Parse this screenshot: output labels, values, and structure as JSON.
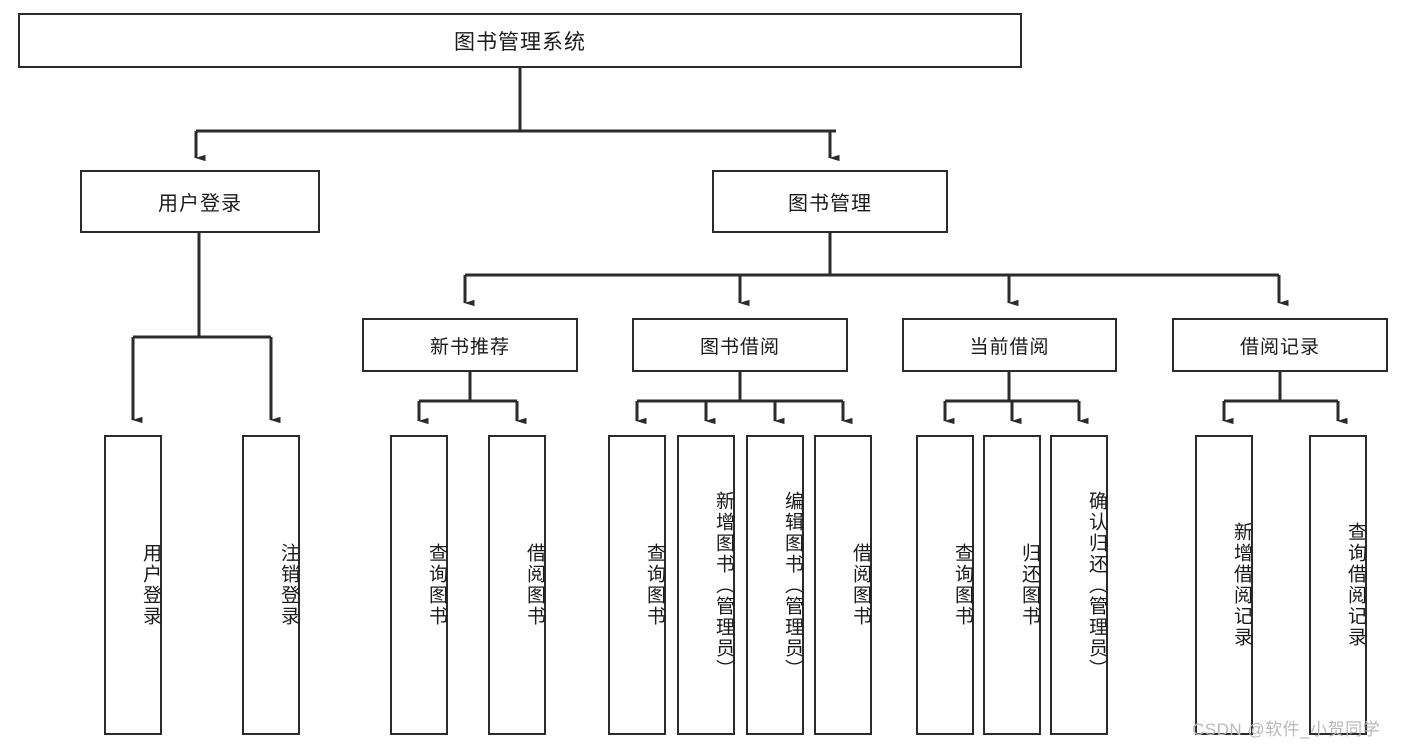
{
  "diagram": {
    "title": "图书管理系统",
    "type": "tree",
    "watermark": "CSDN @软件_小贺同学",
    "colors": {
      "stroke": "#2b2b2b",
      "fill": "#ffffff",
      "text": "#1a1a1a",
      "watermark": "#b9b9b9"
    },
    "root": {
      "label": "图书管理系统"
    },
    "level1": [
      {
        "label": "用户登录"
      },
      {
        "label": "图书管理"
      }
    ],
    "level2": [
      {
        "label": "新书推荐",
        "parent": "图书管理"
      },
      {
        "label": "图书借阅",
        "parent": "图书管理"
      },
      {
        "label": "当前借阅",
        "parent": "图书管理"
      },
      {
        "label": "借阅记录",
        "parent": "图书管理"
      }
    ],
    "leaves": {
      "用户登录": [
        {
          "label": "用户登录"
        },
        {
          "label": "注销登录"
        }
      ],
      "新书推荐": [
        {
          "label": "查询图书"
        },
        {
          "label": "借阅图书"
        }
      ],
      "图书借阅": [
        {
          "label": "查询图书"
        },
        {
          "label": "新增图书（管理员）"
        },
        {
          "label": "编辑图书（管理员）"
        },
        {
          "label": "借阅图书"
        }
      ],
      "当前借阅": [
        {
          "label": "查询图书"
        },
        {
          "label": "归还图书"
        },
        {
          "label": "确认归还（管理员）"
        }
      ],
      "借阅记录": [
        {
          "label": "新增借阅记录"
        },
        {
          "label": "查询借阅记录"
        }
      ]
    }
  }
}
